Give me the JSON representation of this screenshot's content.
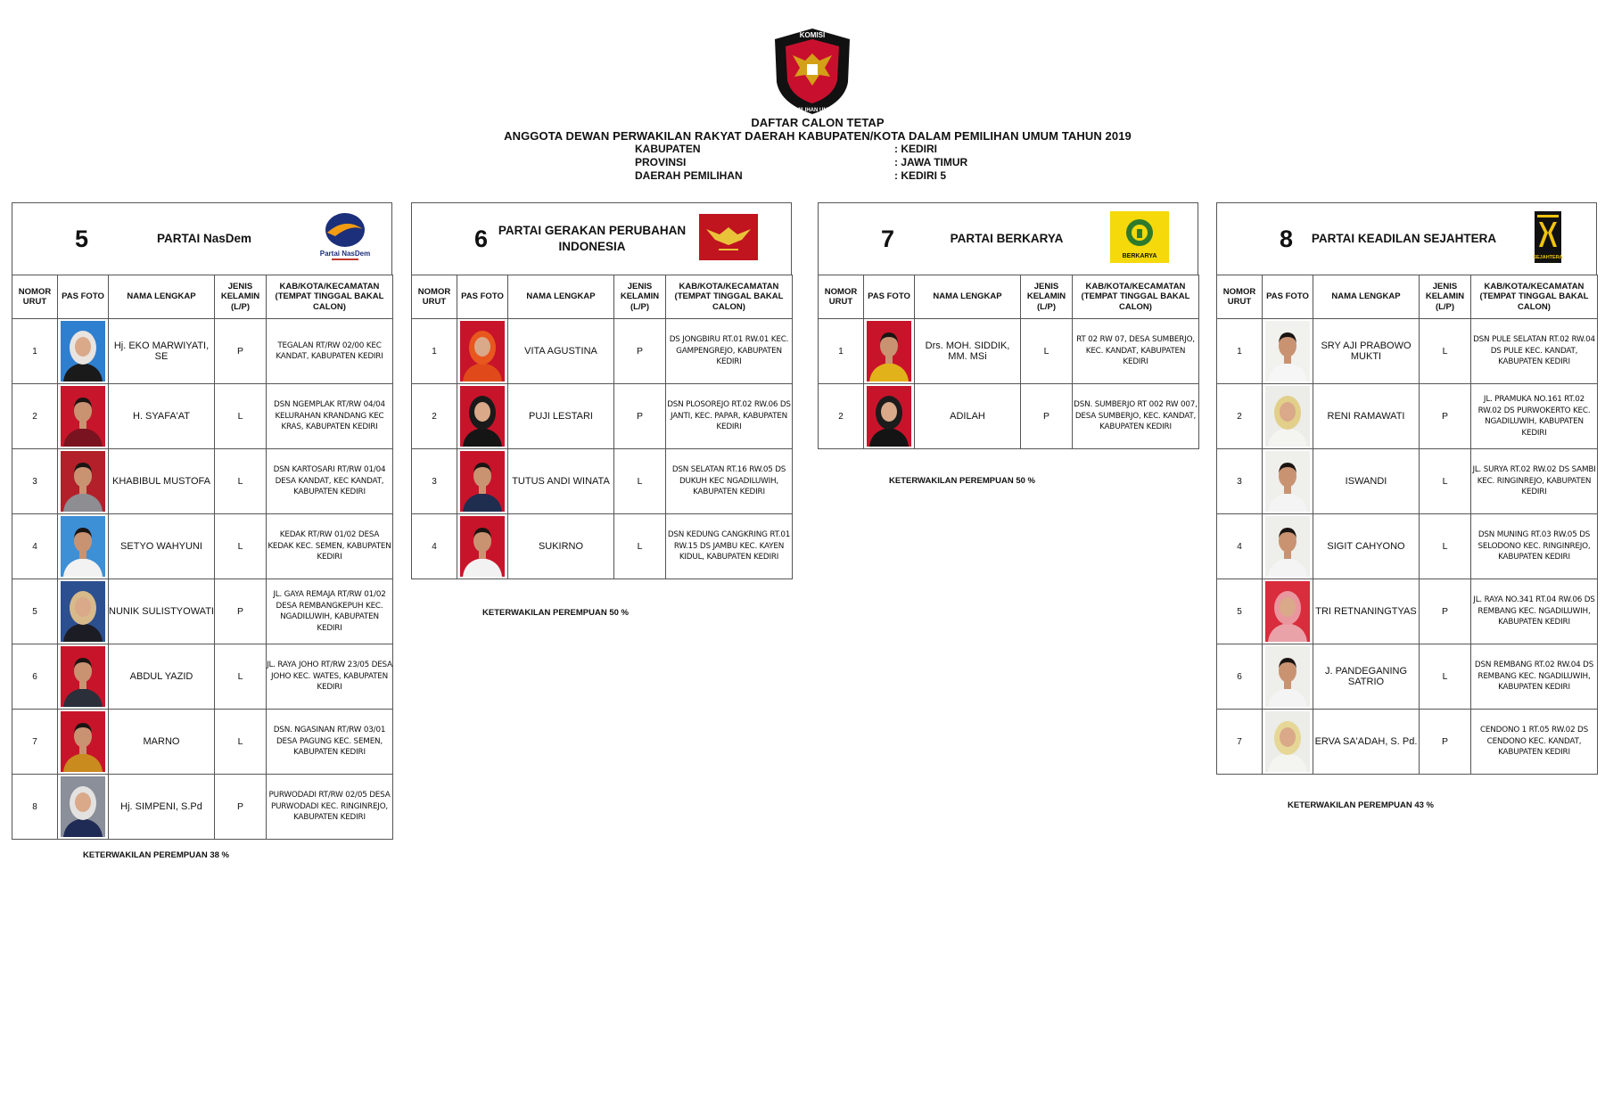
{
  "header": {
    "title_line1": "DAFTAR CALON TETAP",
    "title_line2": "ANGGOTA DEWAN PERWAKILAN RAKYAT DAERAH KABUPATEN/KOTA DALAM PEMILIHAN UMUM TAHUN 2019",
    "fields": [
      {
        "label": "KABUPATEN",
        "value": ": KEDIRI"
      },
      {
        "label": "PROVINSI",
        "value": ": JAWA TIMUR"
      },
      {
        "label": "DAERAH PEMILIHAN",
        "value": ": KEDIRI 5"
      }
    ],
    "logo": {
      "top_text": "KOMISI",
      "bottom_text": "PEMILIHAN UMUM",
      "colors": {
        "ring": "#111111",
        "field": "#c8102e",
        "eagle": "#d4a017"
      }
    }
  },
  "columns": [
    "NOMOR URUT",
    "PAS FOTO",
    "NAMA LENGKAP",
    "JENIS KELAMIN (L/P)",
    "KAB/KOTA/KECAMATAN (TEMPAT TINGGAL BAKAL CALON)"
  ],
  "parties": [
    {
      "number": "5",
      "name": "PARTAI NasDem",
      "logo_caption": "Partai NasDem",
      "logo_icon": "nasdem-logo-icon",
      "representation": "KETERWAKILAN PEREMPUAN 38 %",
      "candidates": [
        {
          "no": "1",
          "name": "Hj. EKO MARWIYATI, SE",
          "sex": "P",
          "address": "TEGALAN RT/RW 02/00 KEC KANDAT, KABUPATEN KEDIRI",
          "photo_bg": "#2f7fd0",
          "clothes": "#1a1a1a",
          "hijab": "#e9e4df"
        },
        {
          "no": "2",
          "name": "H. SYAFA'AT",
          "sex": "L",
          "address": "DSN NGEMPLAK RT/RW 04/04 KELURAHAN KRANDANG KEC KRAS, KABUPATEN KEDIRI",
          "photo_bg": "#c7162b",
          "clothes": "#7a1320",
          "hijab": ""
        },
        {
          "no": "3",
          "name": "KHABIBUL MUSTOFA",
          "sex": "L",
          "address": "DSN KARTOSARI RT/RW 01/04 DESA KANDAT, KEC KANDAT, KABUPATEN KEDIRI",
          "photo_bg": "#b3202a",
          "clothes": "#8d8d92",
          "hijab": ""
        },
        {
          "no": "4",
          "name": "SETYO WAHYUNI",
          "sex": "L",
          "address": "KEDAK RT/RW 01/02 DESA KEDAK KEC. SEMEN, KABUPATEN KEDIRI",
          "photo_bg": "#3d8fd6",
          "clothes": "#f2f2f2",
          "hijab": ""
        },
        {
          "no": "5",
          "name": "NUNIK SULISTYOWATI",
          "sex": "P",
          "address": "JL. GAYA REMAJA RT/RW 01/02 DESA REMBANGKEPUH KEC. NGADILUWIH, KABUPATEN KEDIRI",
          "photo_bg": "#2c4f8f",
          "clothes": "#1c1c24",
          "hijab": "#d8b98a"
        },
        {
          "no": "6",
          "name": "ABDUL YAZID",
          "sex": "L",
          "address": "JL. RAYA JOHO RT/RW 23/05 DESA JOHO KEC. WATES, KABUPATEN KEDIRI",
          "photo_bg": "#c8142a",
          "clothes": "#2a2f3a",
          "hijab": ""
        },
        {
          "no": "7",
          "name": "MARNO",
          "sex": "L",
          "address": "DSN. NGASINAN RT/RW 03/01 DESA PAGUNG KEC. SEMEN, KABUPATEN KEDIRI",
          "photo_bg": "#c8142a",
          "clothes": "#c98a1e",
          "hijab": ""
        },
        {
          "no": "8",
          "name": "Hj. SIMPENI, S.Pd",
          "sex": "P",
          "address": "PURWODADI RT/RW 02/05 DESA PURWODADI KEC. RINGINREJO, KABUPATEN KEDIRI",
          "photo_bg": "#8a8f9a",
          "clothes": "#1f2a55",
          "hijab": "#e4e2e0"
        }
      ]
    },
    {
      "number": "6",
      "name": "PARTAI GERAKAN PERUBAHAN INDONESIA",
      "logo_caption": "",
      "logo_icon": "garuda-logo-icon",
      "representation": "KETERWAKILAN PEREMPUAN 50 %",
      "candidates": [
        {
          "no": "1",
          "name": "VITA AGUSTINA",
          "sex": "P",
          "address": "DS JONGBIRU RT.01 RW.01 KEC. GAMPENGREJO, KABUPATEN KEDIRI",
          "photo_bg": "#c8142a",
          "clothes": "#e04a1a",
          "hijab": "#e8571e"
        },
        {
          "no": "2",
          "name": "PUJI LESTARI",
          "sex": "P",
          "address": "DSN PLOSOREJO RT.02 RW.06 DS JANTI, KEC. PAPAR, KABUPATEN KEDIRI",
          "photo_bg": "#c8142a",
          "clothes": "#151515",
          "hijab": "#1a1a1a"
        },
        {
          "no": "3",
          "name": "TUTUS ANDI WINATA",
          "sex": "L",
          "address": "DSN SELATAN RT.16 RW.05 DS DUKUH KEC NGADILUWIH, KABUPATEN KEDIRI",
          "photo_bg": "#c8142a",
          "clothes": "#1f2d4f",
          "hijab": ""
        },
        {
          "no": "4",
          "name": "SUKIRNO",
          "sex": "L",
          "address": "DSN KEDUNG CANGKRING RT.01 RW.15 DS JAMBU KEC. KAYEN KIDUL, KABUPATEN KEDIRI",
          "photo_bg": "#c8142a",
          "clothes": "#f2f2f2",
          "hijab": ""
        }
      ]
    },
    {
      "number": "7",
      "name": "PARTAI BERKARYA",
      "logo_caption": "BERKARYA",
      "logo_icon": "berkarya-logo-icon",
      "representation": "KETERWAKILAN PEREMPUAN 50 %",
      "candidates": [
        {
          "no": "1",
          "name": "Drs. MOH. SIDDIK, MM. MSi",
          "sex": "L",
          "address": "RT 02 RW 07, DESA SUMBERJO, KEC. KANDAT, KABUPATEN KEDIRI",
          "photo_bg": "#c8142a",
          "clothes": "#e2b21a",
          "hijab": ""
        },
        {
          "no": "2",
          "name": "ADILAH",
          "sex": "P",
          "address": "DSN. SUMBERJO RT 002 RW 007, DESA SUMBERJO, KEC. KANDAT, KABUPATEN KEDIRI",
          "photo_bg": "#c8142a",
          "clothes": "#141414",
          "hijab": "#1c1c1c"
        }
      ]
    },
    {
      "number": "8",
      "name": "PARTAI KEADILAN SEJAHTERA",
      "logo_caption": "SEJAHTERA",
      "logo_icon": "pks-logo-icon",
      "representation": "KETERWAKILAN PEREMPUAN 43 %",
      "candidates": [
        {
          "no": "1",
          "name": "SRY AJI PRABOWO MUKTI",
          "sex": "L",
          "address": "DSN PULE SELATAN RT.02 RW.04 DS PULE KEC. KANDAT, KABUPATEN KEDIRI",
          "photo_bg": "#f1f1ee",
          "clothes": "#f6f6f6",
          "hijab": ""
        },
        {
          "no": "2",
          "name": "RENI RAMAWATI",
          "sex": "P",
          "address": "JL. PRAMUKA NO.161 RT.02 RW.02 DS PURWOKERTO KEC. NGADILUWIH, KABUPATEN KEDIRI",
          "photo_bg": "#ecece8",
          "clothes": "#f4f4f0",
          "hijab": "#e2cf8a"
        },
        {
          "no": "3",
          "name": "ISWANDI",
          "sex": "L",
          "address": "JL. SURYA RT.02 RW.02 DS SAMBI KEC. RINGINREJO, KABUPATEN KEDIRI",
          "photo_bg": "#efefec",
          "clothes": "#f4f4f4",
          "hijab": ""
        },
        {
          "no": "4",
          "name": "SIGIT CAHYONO",
          "sex": "L",
          "address": "DSN MUNING RT.03 RW.05 DS SELODONO KEC. RINGINREJO, KABUPATEN KEDIRI",
          "photo_bg": "#eeeeea",
          "clothes": "#f4f4f4",
          "hijab": ""
        },
        {
          "no": "5",
          "name": "TRI RETNANINGTYAS",
          "sex": "P",
          "address": "JL. RAYA NO.341 RT.04 RW.06 DS REMBANG KEC. NGADILUWIH, KABUPATEN KEDIRI",
          "photo_bg": "#d92c3c",
          "clothes": "#e8a2a8",
          "hijab": "#e9979e"
        },
        {
          "no": "6",
          "name": "J. PANDEGANING SATRIO",
          "sex": "L",
          "address": "DSN REMBANG RT.02 RW.04 DS REMBANG KEC. NGADILUWIH, KABUPATEN KEDIRI",
          "photo_bg": "#eeeeea",
          "clothes": "#f4f4f4",
          "hijab": ""
        },
        {
          "no": "7",
          "name": "ERVA SA'ADAH, S. Pd.",
          "sex": "P",
          "address": "CENDONO 1 RT.05 RW.02 DS CENDONO KEC. KANDAT, KABUPATEN KEDIRI",
          "photo_bg": "#ecece8",
          "clothes": "#f4f4f0",
          "hijab": "#e6d796"
        }
      ]
    }
  ]
}
